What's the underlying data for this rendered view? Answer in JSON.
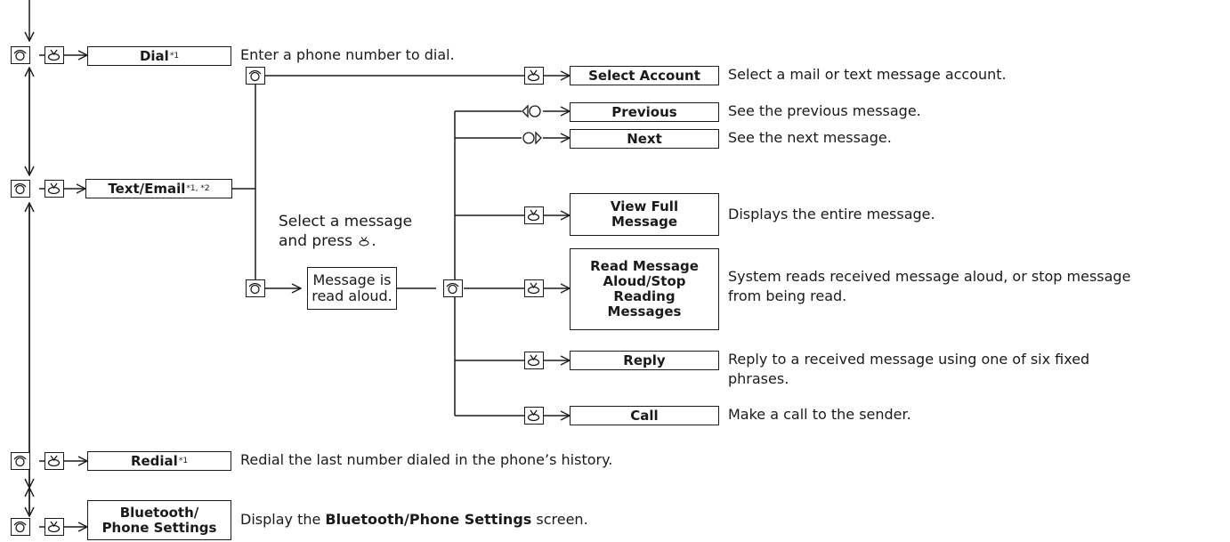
{
  "menu": {
    "dial": {
      "label": "Dial",
      "sup": "*1",
      "desc": "Enter a phone number to dial."
    },
    "text_email": {
      "label": "Text/Email",
      "sup": "*1, *2"
    },
    "select_account": {
      "label": "Select Account",
      "desc": "Select a mail or text message account."
    },
    "select_message_note": {
      "line1": "Select a message",
      "line2": "and press",
      "line3": "."
    },
    "message_read": {
      "line1": "Message is",
      "line2": "read aloud."
    },
    "previous": {
      "label": "Previous",
      "desc": "See the previous message."
    },
    "next": {
      "label": "Next",
      "desc": "See the next message."
    },
    "view_full": {
      "line1": "View Full",
      "line2": "Message",
      "desc": "Displays the entire message."
    },
    "read_aloud": {
      "line1": "Read Message",
      "line2": "Aloud/Stop",
      "line3": "Reading",
      "line4": "Messages",
      "desc1": "System reads received message aloud, or stop message",
      "desc2": "from being read."
    },
    "reply": {
      "label": "Reply",
      "desc1": "Reply to a received message using one of six fixed",
      "desc2": "phrases."
    },
    "call": {
      "label": "Call",
      "desc": "Make a call to the sender."
    },
    "redial": {
      "label": "Redial",
      "sup": "*1",
      "desc": "Redial the last number dialed in the phone’s history."
    },
    "bt_settings": {
      "line1": "Bluetooth/",
      "line2": "Phone Settings",
      "desc_pre": "Display the ",
      "desc_bold": "Bluetooth/Phone Settings",
      "desc_post": " screen."
    }
  },
  "icons": {
    "interface_dial": "interface-dial-icon",
    "press_knob": "press-knob-icon",
    "scroll_left": "scroll-left-icon",
    "scroll_right": "scroll-right-icon"
  }
}
